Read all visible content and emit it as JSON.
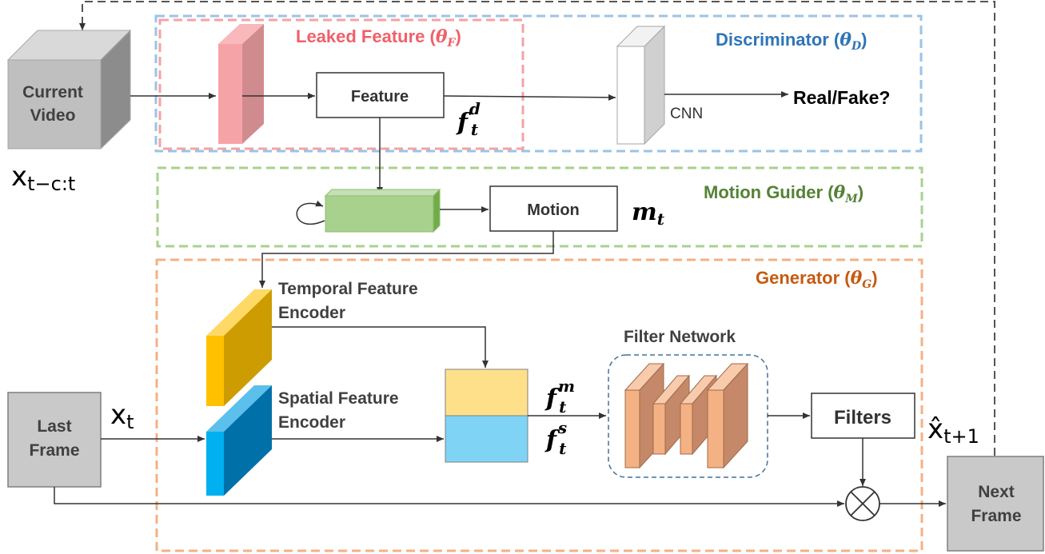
{
  "regions": {
    "leaked": {
      "label": "Leaked Feature (",
      "symbol": "θ",
      "sub": "F",
      "close": ")",
      "color": "#f4a2a6"
    },
    "discriminator": {
      "label": "Discriminator (",
      "symbol": "θ",
      "sub": "D",
      "close": ")",
      "color": "#9cc3e5"
    },
    "motion": {
      "label": "Motion Guider (",
      "symbol": "θ",
      "sub": "M",
      "close": ")",
      "color": "#a9d18e"
    },
    "generator": {
      "label": "Generator (",
      "symbol": "θ",
      "sub": "G",
      "close": ")",
      "color": "#f4b183"
    }
  },
  "title_colors": {
    "leaked": "#f0606a",
    "discriminator": "#2e75b6",
    "motion": "#548235",
    "generator": "#c55a11"
  },
  "nodes": {
    "current_video": {
      "line1": "Current",
      "line2": "Video"
    },
    "last_frame": {
      "line1": "Last",
      "line2": "Frame"
    },
    "next_frame": {
      "line1": "Next",
      "line2": "Frame"
    },
    "feature": "Feature",
    "motion": "Motion",
    "cnn": "CNN",
    "real_fake": "Real/Fake?",
    "temporal_encoder": {
      "line1": "Temporal Feature",
      "line2": "Encoder"
    },
    "spatial_encoder": {
      "line1": "Spatial Feature",
      "line2": "Encoder"
    },
    "filter_network": "Filter Network",
    "filters": "Filters"
  },
  "math": {
    "x_ctx": {
      "base": "x",
      "sub": "t−c:t"
    },
    "x_t": {
      "base": "x",
      "sub": "t"
    },
    "x_next": {
      "base": "x̂",
      "sub": "t+1"
    },
    "f_d": {
      "base": "f",
      "sup": "d",
      "sub": "t"
    },
    "m_t": {
      "base": "m",
      "sub": "t"
    },
    "f_m": {
      "base": "f",
      "sup": "m",
      "sub": "t"
    },
    "f_s": {
      "base": "f",
      "sup": "s",
      "sub": "t"
    }
  },
  "icons": {
    "multiply": "circled-times-icon"
  }
}
